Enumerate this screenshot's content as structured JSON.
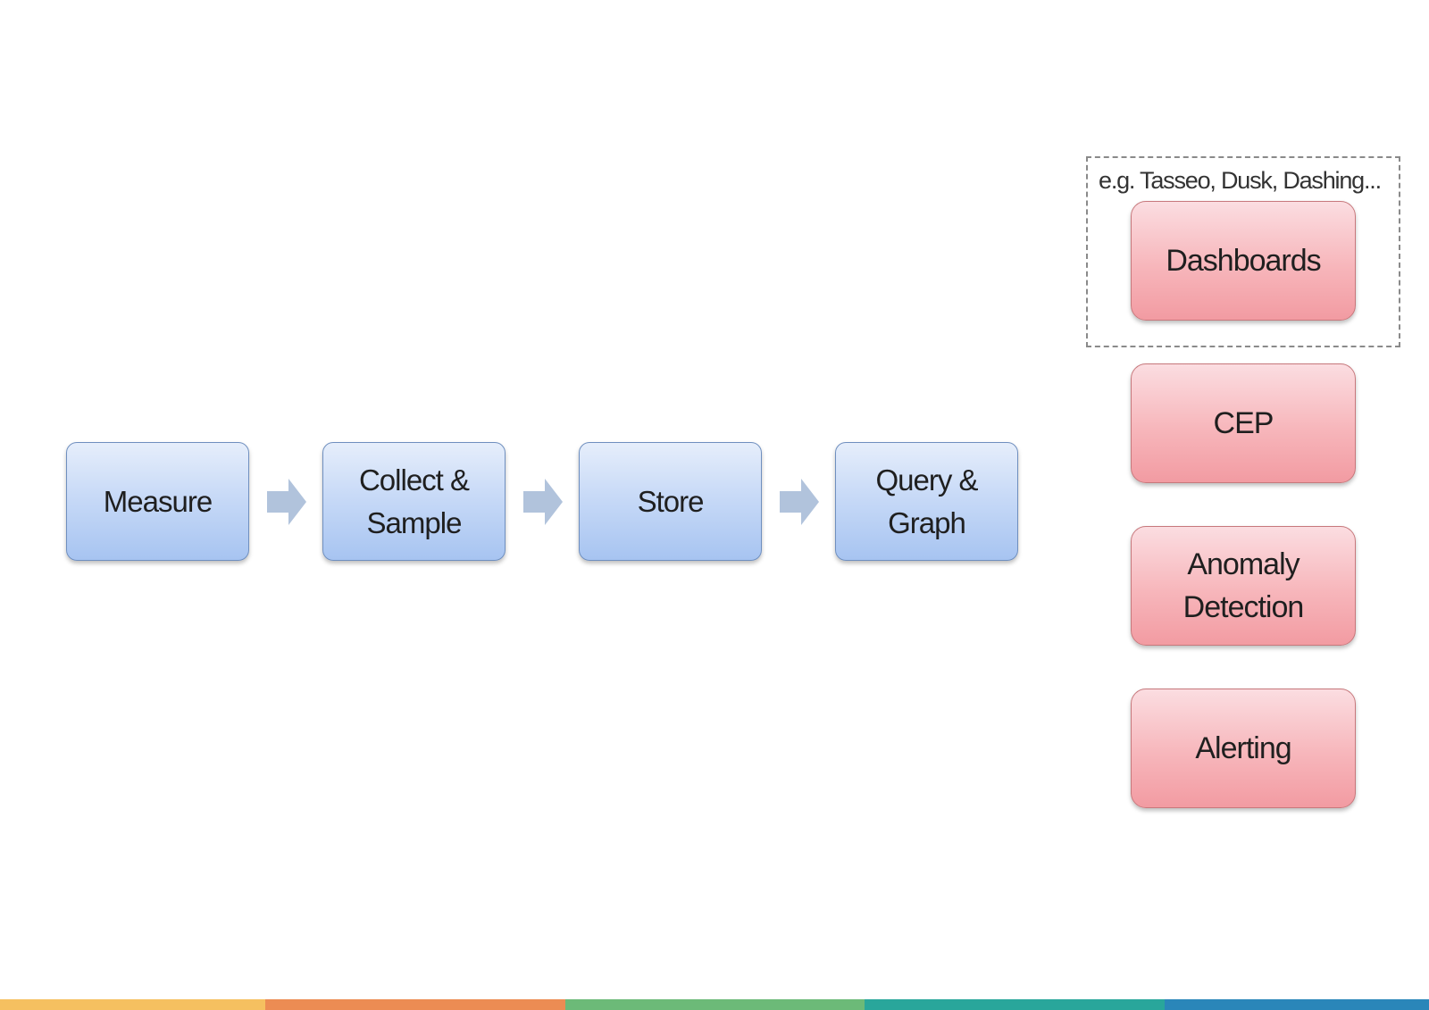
{
  "pipeline": [
    {
      "label": "Measure"
    },
    {
      "label": "Collect &\nSample"
    },
    {
      "label": "Store"
    },
    {
      "label": "Query &\nGraph"
    }
  ],
  "outputs": [
    {
      "label": "Dashboards"
    },
    {
      "label": "CEP"
    },
    {
      "label": "Anomaly\nDetection"
    },
    {
      "label": "Alerting"
    }
  ],
  "dashboard_group": {
    "caption": "e.g. Tasseo, Dusk, Dashing..."
  },
  "colors": {
    "arrow": "#b1c3dc",
    "bottom_bar": [
      "#f5c060",
      "#ec8c53",
      "#6cba78",
      "#29a69b",
      "#2a86b9"
    ]
  },
  "icons": {
    "flow_arrow": "right-block-arrow-icon"
  }
}
